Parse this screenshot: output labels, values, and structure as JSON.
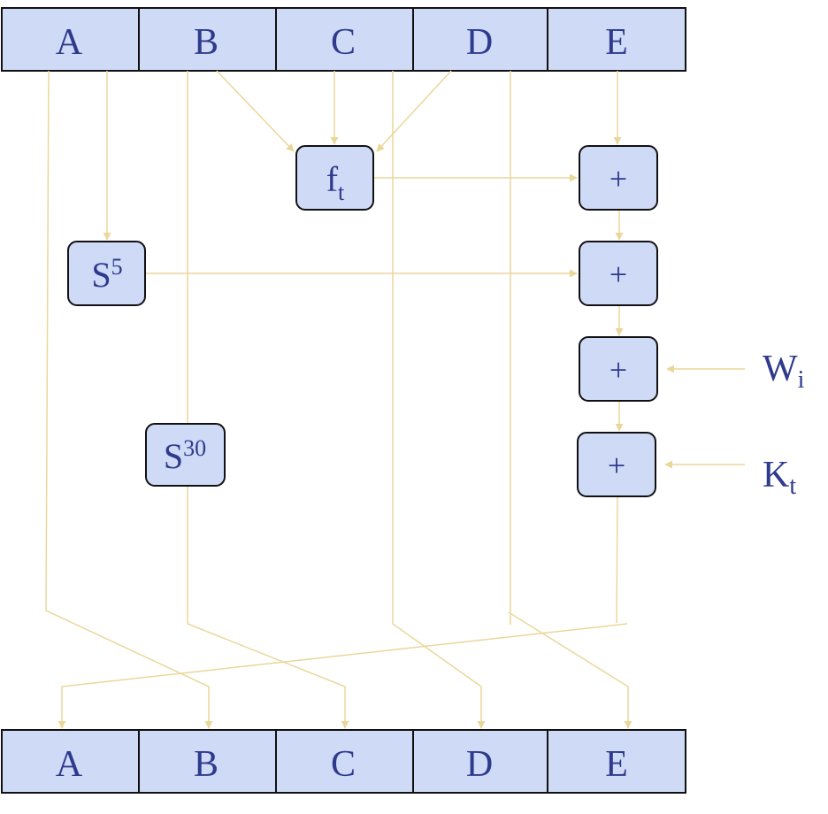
{
  "diagram": {
    "top_registers": [
      "A",
      "B",
      "C",
      "D",
      "E"
    ],
    "bottom_registers": [
      "A",
      "B",
      "C",
      "D",
      "E"
    ],
    "ops": {
      "f": {
        "base": "f",
        "sub": "t"
      },
      "s5": {
        "base": "S",
        "sup": "5"
      },
      "s30": {
        "base": "S",
        "sup": "30"
      },
      "plus": "+"
    },
    "inputs": {
      "w": {
        "base": "W",
        "sub": "i"
      },
      "k": {
        "base": "K",
        "sub": "t"
      }
    },
    "colors": {
      "box_fill": "#cfdaf7",
      "box_stroke": "#111111",
      "wire": "#ead79a",
      "text": "#2e3a8c"
    }
  }
}
